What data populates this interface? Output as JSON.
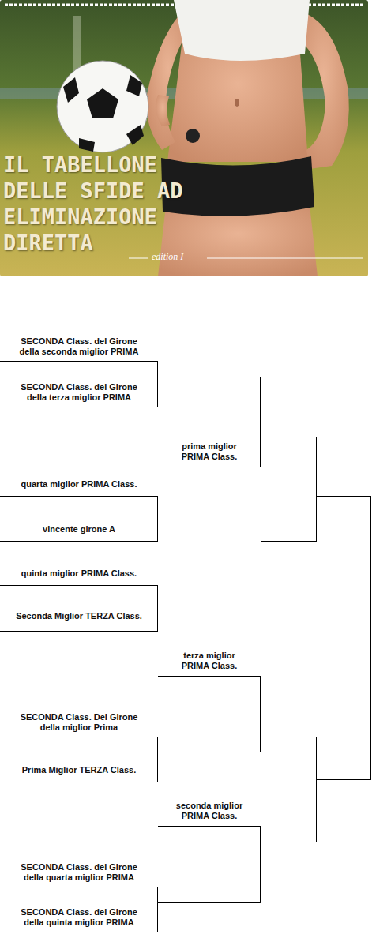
{
  "diagram": {
    "title": "IL TABELLONE DELLE SFIDE AD ELIMINAZIONE DIRETTA",
    "nodes": [
      {
        "text": [
          "SECONDA Class. del Girone della seconda miglior PRIMA"
        ]
      },
      {
        "text": [
          "SECONDA Class. del Girone della terza miglior PRIMA"
        ]
      },
      {
        "text": [
          "prima miglior PRIMA Class."
        ]
      },
      {
        "text": [
          "quarta miglior PRIMA Class."
        ]
      },
      {
        "text": [
          "vincente girone A"
        ]
      },
      {
        "text": [
          "quinta miglior PRIMA Class."
        ]
      },
      {
        "text": [
          "Seconda Miglior TERZA Class."
        ]
      },
      {
        "text": [
          "terza miglior PRIMA Class."
        ]
      },
      {
        "text": [
          "SECONDA Class. Del Girone della miglior Prima"
        ]
      },
      {
        "text": [
          "Prima Miglior TERZA Class."
        ]
      },
      {
        "text": [
          "seconda miglior PRIMA Class."
        ]
      },
      {
        "text": [
          "SECONDA Class. del Girone della quarta miglior PRIMA"
        ]
      },
      {
        "text": [
          "SECONDA Class. del Girone della quinta miglior PRIMA"
        ]
      }
    ],
    "edges": [
      {
        "from": 0,
        "to": 2,
        "arrow": "none"
      },
      {
        "from": 1,
        "to": 2,
        "arrow": "none"
      },
      {
        "from": 3,
        "to": 4,
        "arrow": "none"
      },
      {
        "from": 5,
        "to": 6,
        "arrow": "none"
      },
      {
        "from": 8,
        "to": 7,
        "arrow": "none"
      },
      {
        "from": 9,
        "to": 7,
        "arrow": "none"
      },
      {
        "from": 11,
        "to": 10,
        "arrow": "none"
      },
      {
        "from": 12,
        "to": 10,
        "arrow": "none"
      }
    ],
    "labels": [
      "edition I"
    ]
  }
}
